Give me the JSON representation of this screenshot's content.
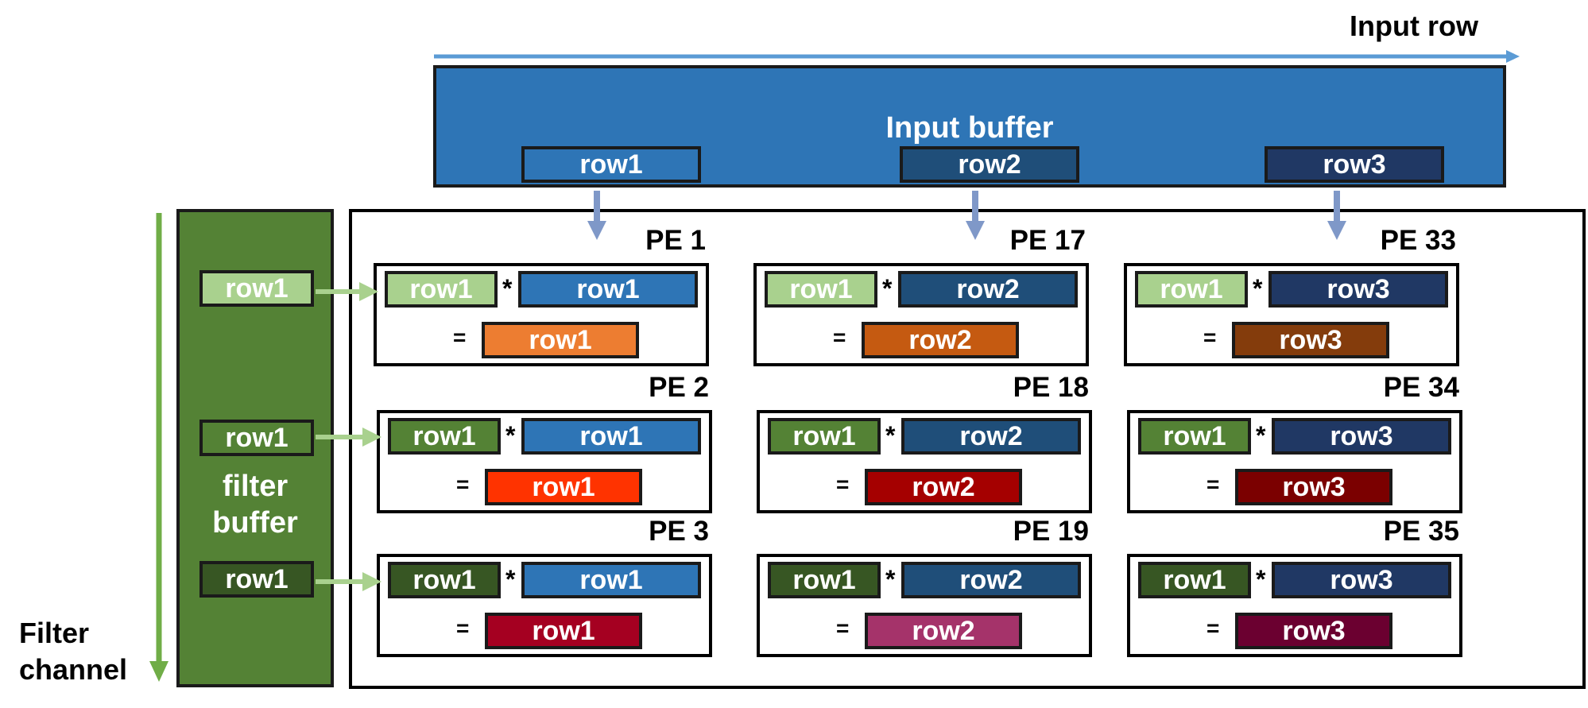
{
  "input_row_label": "Input row",
  "input_buffer": {
    "title": "Input buffer",
    "rows": [
      {
        "label": "row1",
        "color": "#2e75b6"
      },
      {
        "label": "row2",
        "color": "#1f4e79"
      },
      {
        "label": "row3",
        "color": "#203864"
      }
    ]
  },
  "filter_channel_label": "Filter\nchannel",
  "filter_buffer": {
    "title": "filter\nbuffer",
    "rows": [
      {
        "label": "row1",
        "color": "#a9d18e"
      },
      {
        "label": "row1",
        "color": "#548235"
      },
      {
        "label": "row1",
        "color": "#375623"
      }
    ]
  },
  "operators": {
    "multiply": "*",
    "equals": "="
  },
  "pe_grid": [
    [
      {
        "name": "PE 1",
        "filter": "row1",
        "input": "row1",
        "output": "row1",
        "output_color": "#ed7d31"
      },
      {
        "name": "PE 17",
        "filter": "row1",
        "input": "row2",
        "output": "row2",
        "output_color": "#c55a11"
      },
      {
        "name": "PE 33",
        "filter": "row1",
        "input": "row3",
        "output": "row3",
        "output_color": "#843c0c"
      }
    ],
    [
      {
        "name": "PE 2",
        "filter": "row1",
        "input": "row1",
        "output": "row1",
        "output_color": "#ff3300"
      },
      {
        "name": "PE 18",
        "filter": "row1",
        "input": "row2",
        "output": "row2",
        "output_color": "#a50000"
      },
      {
        "name": "PE 34",
        "filter": "row1",
        "input": "row3",
        "output": "row3",
        "output_color": "#7b0000"
      }
    ],
    [
      {
        "name": "PE 3",
        "filter": "row1",
        "input": "row1",
        "output": "row1",
        "output_color": "#a50021"
      },
      {
        "name": "PE 19",
        "filter": "row1",
        "input": "row2",
        "output": "row2",
        "output_color": "#a5336a"
      },
      {
        "name": "PE 35",
        "filter": "row1",
        "input": "row3",
        "output": "row3",
        "output_color": "#6b0030"
      }
    ]
  ],
  "colors": {
    "input_buffer": "#2e75b6",
    "filter_buffer": "#548235",
    "input_arrow": "#5b9bd5",
    "filter_arrow": "#70ad47",
    "filter_feed_arrow": "#a9d18e",
    "down_arrow": "#7f98c8"
  }
}
